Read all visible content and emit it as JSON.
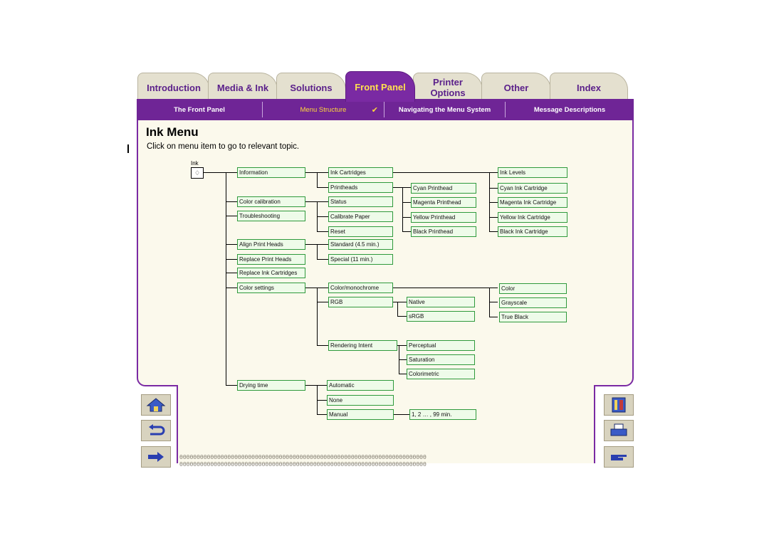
{
  "tabs": [
    {
      "label": "Introduction"
    },
    {
      "label": "Media & Ink"
    },
    {
      "label": "Solutions"
    },
    {
      "label": "Front Panel"
    },
    {
      "label": "Printer Options"
    },
    {
      "label": "Other"
    },
    {
      "label": "Index"
    }
  ],
  "active_tab": "Front Panel",
  "subnav": {
    "items": [
      "The Front Panel",
      "Menu Structure",
      "Navigating the Menu System",
      "Message Descriptions"
    ],
    "active": "Menu Structure",
    "check": "✔"
  },
  "page": {
    "title": "Ink Menu",
    "subtitle": "Click on menu item to go to relevant topic."
  },
  "tree": {
    "root_label": "Ink",
    "root_icon": "ink-drops-icon",
    "items": {
      "information": "Information",
      "color_calibration": "Color calibration",
      "troubleshooting": "Troubleshooting",
      "align_print_heads": "Align Print Heads",
      "replace_print_heads": "Replace Print Heads",
      "replace_ink_cartridges": "Replace Ink Cartridges",
      "color_settings": "Color settings",
      "drying_time": "Drying time",
      "ink_cartridges": "Ink Cartridges",
      "printheads": "Printheads",
      "status": "Status",
      "calibrate_paper": "Calibrate Paper",
      "reset": "Reset",
      "standard": "Standard (4.5 min.)",
      "special": "Special (11 min.)",
      "color_monochrome": "Color/monochrome",
      "rgb": "RGB",
      "rendering_intent": "Rendering Intent",
      "automatic": "Automatic",
      "none": "None",
      "manual": "Manual",
      "cyan_printhead": "Cyan Printhead",
      "magenta_printhead": "Magenta Printhead",
      "yellow_printhead": "Yellow Printhead",
      "black_printhead": "Black Printhead",
      "native": "Native",
      "srgb": "sRGB",
      "perceptual": "Perceptual",
      "saturation": "Saturation",
      "colorimetric": "Colorimetric",
      "manual_range": "1, 2 … , 99 min.",
      "ink_levels": "Ink Levels",
      "cyan_ink_cartridge": "Cyan Ink Cartridge",
      "magenta_ink_cartridge": "Magenta Ink Cartridge",
      "yellow_ink_cartridge": "Yellow Ink Cartridge",
      "black_ink_cartridge": "Black Ink Cartridge",
      "color": "Color",
      "grayscale": "Grayscale",
      "true_black": "True Black"
    }
  },
  "side_buttons": {
    "left": [
      "home-icon",
      "back-icon",
      "next-page-icon"
    ],
    "right": [
      "book-icon",
      "printer-icon",
      "pointing-hand-icon"
    ]
  },
  "colors": {
    "accent": "#7a2aa3",
    "active_text": "#ffe14f",
    "tab_bg": "#e4e0cf",
    "box_border": "#2f9a3c",
    "box_fill": "#eefbe9"
  }
}
